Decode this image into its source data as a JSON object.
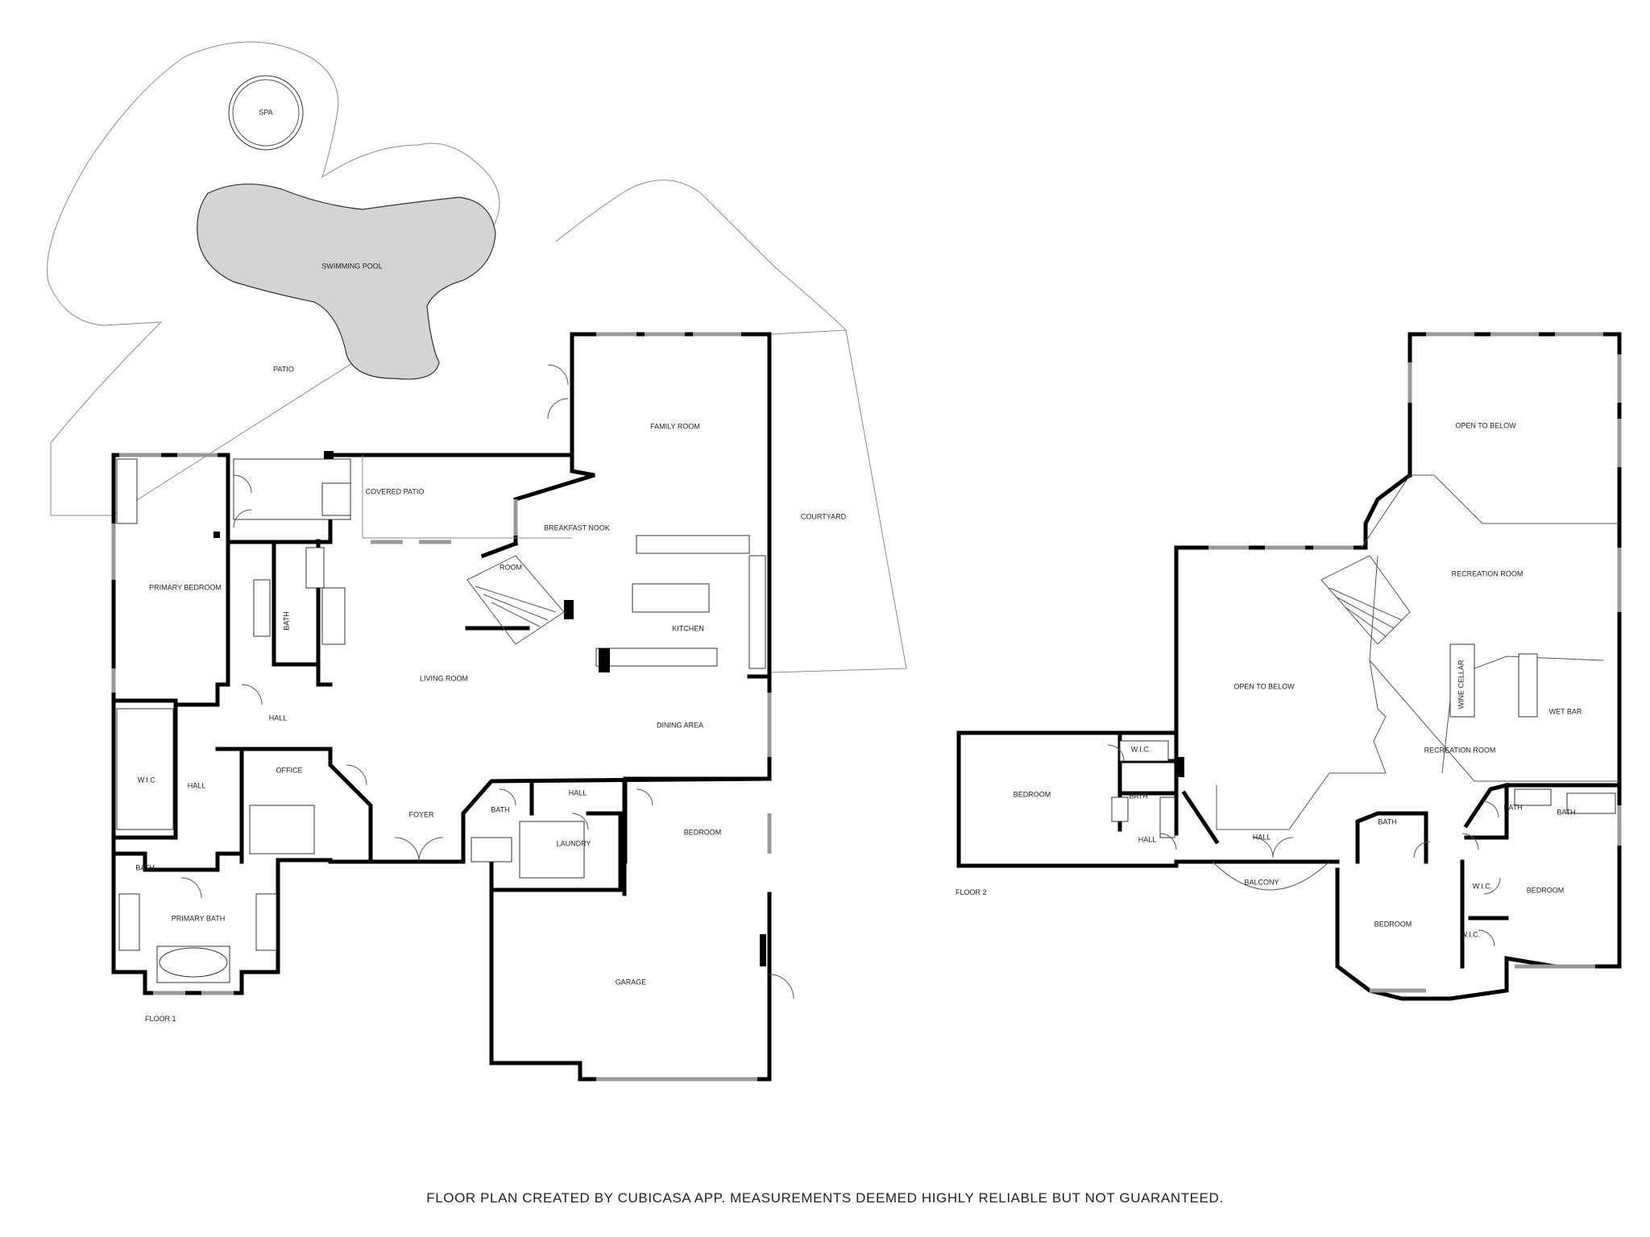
{
  "floor_plan": {
    "floors": [
      {
        "label": "FLOOR 1",
        "rooms": [
          {
            "key": "spa",
            "label": "SPA"
          },
          {
            "key": "pool",
            "label": "SWIMMING POOL"
          },
          {
            "key": "patio",
            "label": "PATIO"
          },
          {
            "key": "covered_patio",
            "label": "COVERED PATIO"
          },
          {
            "key": "family_room",
            "label": "FAMILY ROOM"
          },
          {
            "key": "courtyard",
            "label": "COURTYARD"
          },
          {
            "key": "breakfast_nook",
            "label": "BREAKFAST NOOK"
          },
          {
            "key": "room",
            "label": "ROOM"
          },
          {
            "key": "kitchen",
            "label": "KITCHEN"
          },
          {
            "key": "primary_bedroom",
            "label": "PRIMARY BEDROOM"
          },
          {
            "key": "bath_1",
            "label": "BATH"
          },
          {
            "key": "living_room",
            "label": "LIVING ROOM"
          },
          {
            "key": "hall_1",
            "label": "HALL"
          },
          {
            "key": "dining_area",
            "label": "DINING AREA"
          },
          {
            "key": "wic_1",
            "label": "W.I.C."
          },
          {
            "key": "hall_2",
            "label": "HALL"
          },
          {
            "key": "office",
            "label": "OFFICE"
          },
          {
            "key": "foyer",
            "label": "FOYER"
          },
          {
            "key": "hall_3",
            "label": "HALL"
          },
          {
            "key": "bath_2",
            "label": "BATH"
          },
          {
            "key": "laundry",
            "label": "LAUNDRY"
          },
          {
            "key": "bedroom_1",
            "label": "BEDROOM"
          },
          {
            "key": "bath_3",
            "label": "BATH"
          },
          {
            "key": "primary_bath",
            "label": "PRIMARY BATH"
          },
          {
            "key": "garage",
            "label": "GARAGE"
          }
        ]
      },
      {
        "label": "FLOOR 2",
        "rooms": [
          {
            "key": "open_below_1",
            "label": "OPEN TO BELOW"
          },
          {
            "key": "recreation_room_1",
            "label": "RECREATION ROOM"
          },
          {
            "key": "open_below_2",
            "label": "OPEN TO BELOW"
          },
          {
            "key": "wine_cellar",
            "label": "WINE CELLAR"
          },
          {
            "key": "wet_bar",
            "label": "WET BAR"
          },
          {
            "key": "recreation_room_2",
            "label": "RECREATION ROOM"
          },
          {
            "key": "bedroom_2",
            "label": "BEDROOM"
          },
          {
            "key": "wic_2",
            "label": "W.I.C."
          },
          {
            "key": "bath_4",
            "label": "BATH"
          },
          {
            "key": "hall_4",
            "label": "HALL"
          },
          {
            "key": "hall_5",
            "label": "HALL"
          },
          {
            "key": "balcony",
            "label": "BALCONY"
          },
          {
            "key": "bath_5",
            "label": "BATH"
          },
          {
            "key": "bath_6",
            "label": "BATH"
          },
          {
            "key": "bath_7",
            "label": "BATH"
          },
          {
            "key": "bedroom_3",
            "label": "BEDROOM"
          },
          {
            "key": "wic_3",
            "label": "W.I.C."
          },
          {
            "key": "bedroom_4",
            "label": "BEDROOM"
          },
          {
            "key": "wic_4",
            "label": "W.I.C."
          }
        ]
      }
    ],
    "footer": "FLOOR PLAN CREATED BY CUBICASA APP. MEASUREMENTS DEEMED HIGHLY RELIABLE BUT NOT GUARANTEED."
  }
}
